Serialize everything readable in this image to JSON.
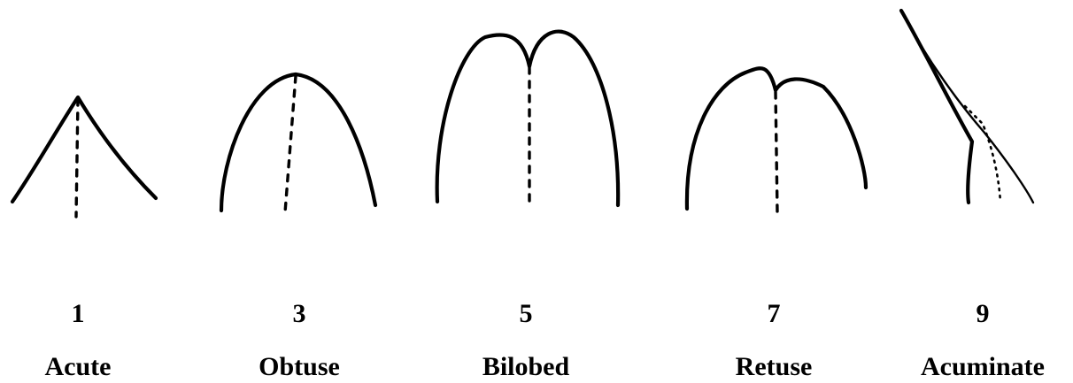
{
  "figure": {
    "shapes": [
      {
        "code": "1",
        "name": "Acute",
        "icon": "acute-leaf-apex-icon"
      },
      {
        "code": "3",
        "name": "Obtuse",
        "icon": "obtuse-leaf-apex-icon"
      },
      {
        "code": "5",
        "name": "Bilobed",
        "icon": "bilobed-leaf-apex-icon"
      },
      {
        "code": "7",
        "name": "Retuse",
        "icon": "retuse-leaf-apex-icon"
      },
      {
        "code": "9",
        "name": "Acuminate",
        "icon": "acuminate-leaf-apex-icon"
      }
    ],
    "colors": {
      "ink": "#000000",
      "background": "#ffffff"
    }
  }
}
